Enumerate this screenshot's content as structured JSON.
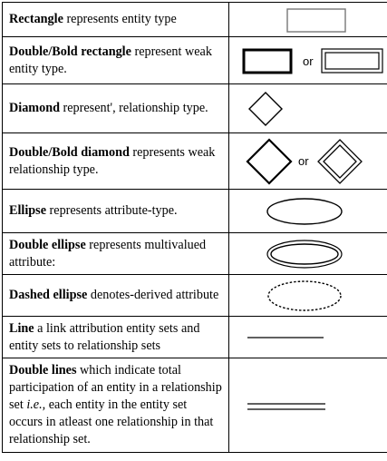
{
  "rows": [
    {
      "bold": "Rectangle",
      "text": " represents entity type",
      "symbol": "rectangle-icon"
    },
    {
      "bold": "Double/Bold rectangle",
      "text": " represent weak entity type.",
      "symbol": "double-rectangle-icon",
      "or": "or"
    },
    {
      "bold": "Diamond",
      "text": " represent', relationship type.",
      "symbol": "diamond-icon"
    },
    {
      "bold": "Double/Bold diamond",
      "text": " represents weak relationship type.",
      "symbol": "double-diamond-icon",
      "or": "or"
    },
    {
      "bold": "Ellipse",
      "text": " represents attribute-type.",
      "symbol": "ellipse-icon"
    },
    {
      "bold": "Double ellipse",
      "text": " represents multivalued attribute:",
      "symbol": "double-ellipse-icon"
    },
    {
      "bold": "Dashed ellipse",
      "text": " denotes-derived attribute",
      "symbol": "dashed-ellipse-icon"
    },
    {
      "bold": "Line",
      "text": " a link attribution entity sets and entity sets to relationship sets",
      "symbol": "line-icon"
    },
    {
      "bold": "Double lines",
      "text_a": " which indicate total participation of an entity in a relationship set ",
      "italic": "i.e.,",
      "text_b": " each entity in the entity set occurs in atleast one relationship in that relationship set.",
      "symbol": "double-line-icon"
    }
  ]
}
